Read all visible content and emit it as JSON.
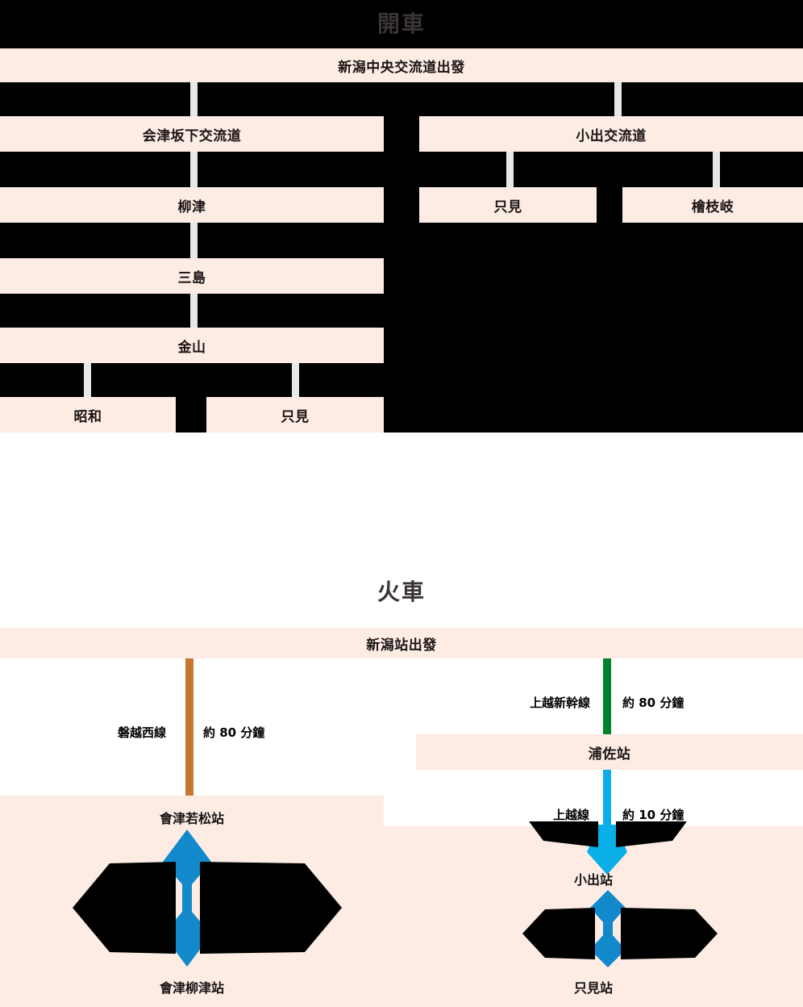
{
  "page": {
    "background": "#ffffff",
    "band_color": "#fcece4",
    "redaction_color": "#000000",
    "connector_color": "#e6e7e7",
    "title_color": "#3b3436"
  },
  "sections": [
    {
      "id": "drive",
      "title": "開車",
      "start": "新潟中央交流道出發",
      "nodes": [
        {
          "name": "会津坂下交流道"
        },
        {
          "name": "小出交流道"
        },
        {
          "name": "柳津"
        },
        {
          "name": "只見"
        },
        {
          "name": "檜枝岐"
        },
        {
          "name": "三島"
        },
        {
          "name": "金山"
        },
        {
          "name": "昭和"
        },
        {
          "name": "只見"
        }
      ]
    },
    {
      "id": "train",
      "title": "火車",
      "start": "新潟站出發",
      "legs": [
        {
          "line": "磐越西線",
          "duration": "約 80 分鐘",
          "color": "#c8772e",
          "to": "會津若松站"
        },
        {
          "line": "上越新幹線",
          "duration": "約 80 分鐘",
          "color": "#00822a",
          "to": "浦佐站"
        },
        {
          "line": "上越線",
          "duration": "約 10 分鐘",
          "color": "#0aafe8",
          "to": "小出站"
        }
      ],
      "stations": [
        {
          "name": "會津若松站"
        },
        {
          "name": "會津柳津站"
        },
        {
          "name": "浦佐站"
        },
        {
          "name": "小出站"
        },
        {
          "name": "只見站"
        }
      ],
      "arrow_color": "#1289cb"
    }
  ]
}
